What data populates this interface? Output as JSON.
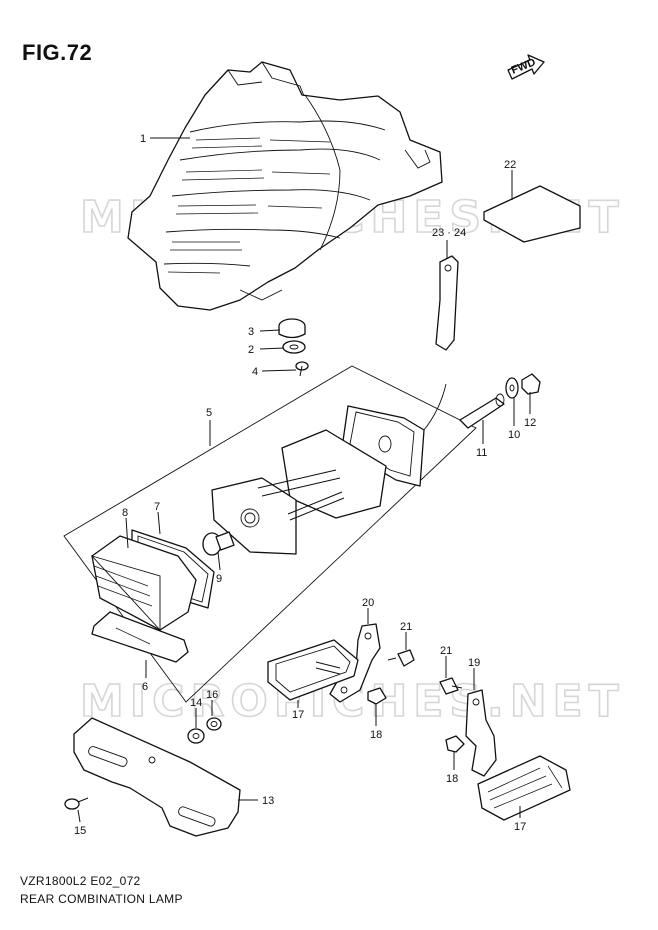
{
  "figure": {
    "title": "FIG.72",
    "fwd_label": "FWD",
    "watermark": "MICROFICHES.NET",
    "footer_code": "VZR1800L2 E02_072",
    "footer_title": "REAR COMBINATION LAMP"
  },
  "callouts": [
    {
      "id": "c1",
      "text": "1"
    },
    {
      "id": "c22",
      "text": "22"
    },
    {
      "id": "c2324",
      "text": "23 · 24"
    },
    {
      "id": "c3",
      "text": "3"
    },
    {
      "id": "c2",
      "text": "2"
    },
    {
      "id": "c4",
      "text": "4"
    },
    {
      "id": "c5",
      "text": "5"
    },
    {
      "id": "c11",
      "text": "11"
    },
    {
      "id": "c10",
      "text": "10"
    },
    {
      "id": "c12",
      "text": "12"
    },
    {
      "id": "c7",
      "text": "7"
    },
    {
      "id": "c8",
      "text": "8"
    },
    {
      "id": "c9",
      "text": "9"
    },
    {
      "id": "c6",
      "text": "6"
    },
    {
      "id": "c20",
      "text": "20"
    },
    {
      "id": "c21a",
      "text": "21"
    },
    {
      "id": "c21b",
      "text": "21"
    },
    {
      "id": "c19",
      "text": "19"
    },
    {
      "id": "c17a",
      "text": "17"
    },
    {
      "id": "c18a",
      "text": "18"
    },
    {
      "id": "c14",
      "text": "14"
    },
    {
      "id": "c16",
      "text": "16"
    },
    {
      "id": "c18b",
      "text": "18"
    },
    {
      "id": "c13",
      "text": "13"
    },
    {
      "id": "c15",
      "text": "15"
    },
    {
      "id": "c17b",
      "text": "17"
    }
  ]
}
